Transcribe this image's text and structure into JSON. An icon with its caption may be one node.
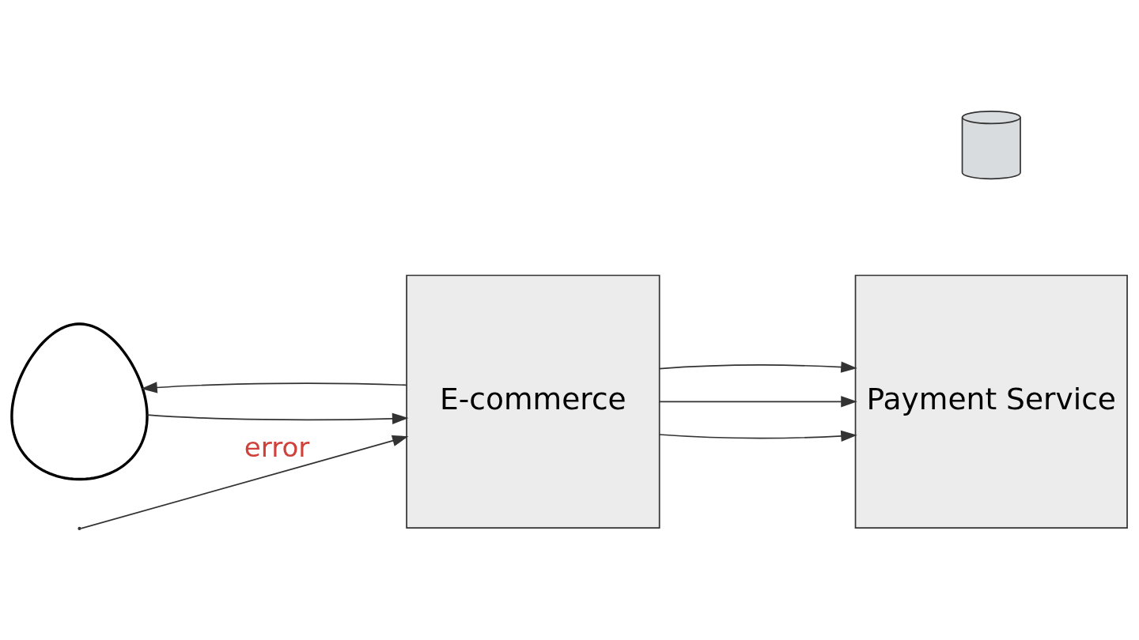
{
  "diagram": {
    "nodes": [
      {
        "text": [],
        "shape": "person"
      },
      {
        "text": [
          "E-commerce"
        ]
      },
      {
        "text": [
          "Payment Service"
        ]
      },
      {
        "text": [],
        "shape": "cylinder"
      }
    ],
    "edges": [
      {
        "from": 0,
        "to": 1,
        "arrow": "to"
      },
      {
        "from": 1,
        "to": 0,
        "arrow": "to"
      },
      {
        "from": 1,
        "to": 2,
        "arrow": "to"
      },
      {
        "from": 1,
        "to": 2,
        "arrow": "to"
      },
      {
        "from": 1,
        "to": 2,
        "arrow": "to"
      },
      {
        "from": null,
        "to": 1,
        "arrow": "to",
        "label": "error"
      }
    ]
  }
}
